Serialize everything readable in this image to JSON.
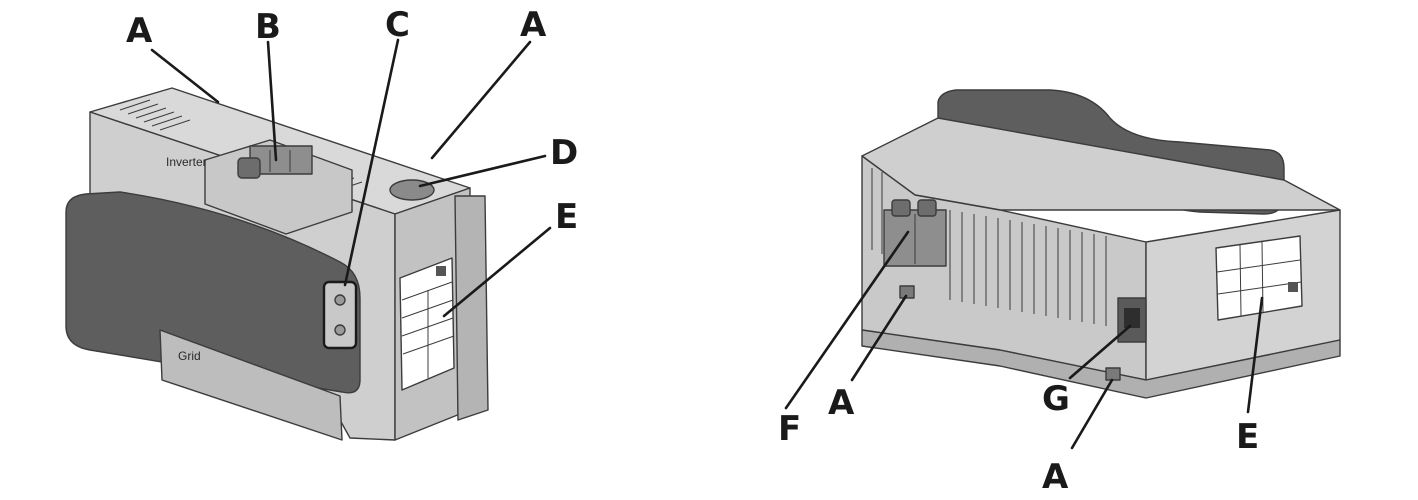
{
  "left_view": {
    "device_labels": {
      "inverter": "Inverter",
      "grid": "Grid"
    },
    "callouts": {
      "a1": "A",
      "b": "B",
      "c": "C",
      "a2": "A",
      "d": "D",
      "e": "E"
    }
  },
  "right_view": {
    "callouts": {
      "f": "F",
      "a1": "A",
      "g": "G",
      "a2": "A",
      "e": "E"
    }
  },
  "colors": {
    "housing_light": "#d6d6d6",
    "housing_mid": "#bdbdbd",
    "housing_dark": "#9a9a9a",
    "cover_dark": "#5e5e5e",
    "label_white": "#ffffff",
    "ink": "#1a1a1a"
  }
}
